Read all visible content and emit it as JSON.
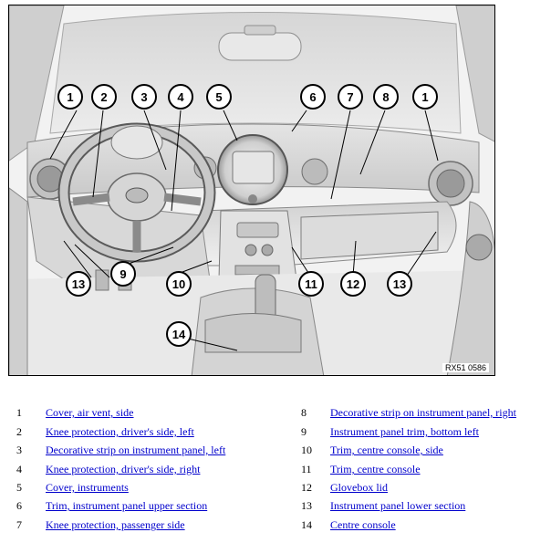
{
  "diagram": {
    "reference_code": "RX51 0586",
    "callouts": [
      "1",
      "2",
      "3",
      "4",
      "5",
      "6",
      "7",
      "8",
      "1",
      "13",
      "9",
      "10",
      "11",
      "12",
      "13",
      "14"
    ]
  },
  "legend": [
    {
      "num": "1",
      "text": "Cover, air vent, side"
    },
    {
      "num": "2",
      "text": "Knee protection, driver's side, left"
    },
    {
      "num": "3",
      "text": "Decorative strip on instrument panel, left"
    },
    {
      "num": "4",
      "text": "Knee protection, driver's side, right"
    },
    {
      "num": "5",
      "text": "Cover, instruments"
    },
    {
      "num": "6",
      "text": "Trim, instrument panel upper section"
    },
    {
      "num": "7",
      "text": "Knee protection, passenger side"
    },
    {
      "num": "8",
      "text": "Decorative strip on instrument panel, right"
    },
    {
      "num": "9",
      "text": "Instrument panel trim, bottom left"
    },
    {
      "num": "10",
      "text": "Trim, centre console, side"
    },
    {
      "num": "11",
      "text": "Trim, centre console"
    },
    {
      "num": "12",
      "text": "Glovebox lid"
    },
    {
      "num": "13",
      "text": "Instrument panel lower section"
    },
    {
      "num": "14",
      "text": "Centre console"
    }
  ]
}
